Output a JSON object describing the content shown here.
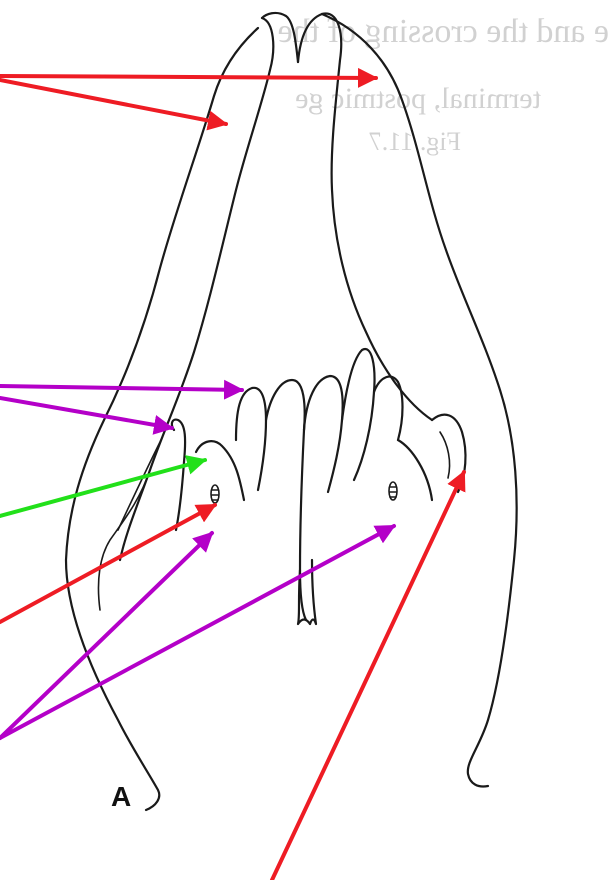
{
  "figure": {
    "background_text_lines": [
      "e and the crossing of the",
      "terminal, postmic ge",
      "Fig. 11.7"
    ],
    "panel_label": "A"
  },
  "colors": {
    "red": "#ee1c24",
    "purple": "#b400c8",
    "green": "#22e01a",
    "ink": "#1a1a1a"
  }
}
